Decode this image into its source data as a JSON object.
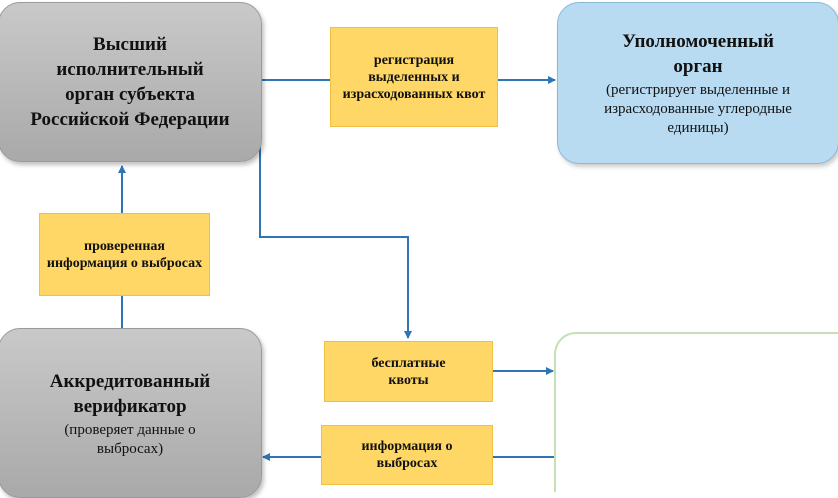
{
  "nodes": {
    "executive": {
      "title": "Высший исполнительный орган субъекта Российской Федерации"
    },
    "authorized": {
      "title": "Уполномоченный орган",
      "note": "(регистрирует выделенные и израсходованные углеродные единицы)"
    },
    "verifier": {
      "title": "Аккредитованный верификатор",
      "note": "(проверяет данные о выбросах)"
    }
  },
  "labels": {
    "registration": "регистрация выделенных и израсходованных квот",
    "verified": "проверенная информация о выбросах",
    "free_quotas": "бесплатные квоты",
    "emissions_info": "информация о выбросах"
  },
  "colors": {
    "arrow": "#2e75b6",
    "label_fill": "#ffd766",
    "node_gray": "#bdbdbd",
    "node_blue": "#b9dbf2",
    "node_green_border": "#c5e0b4"
  }
}
